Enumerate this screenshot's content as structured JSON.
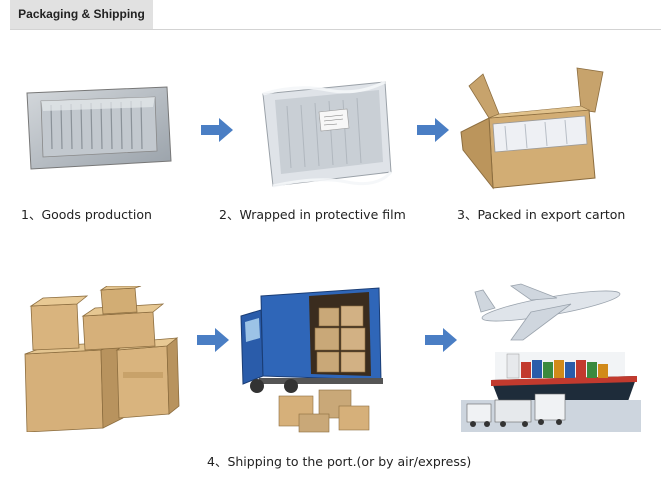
{
  "tab": {
    "label": "Packaging & Shipping"
  },
  "steps": [
    {
      "caption": "1、Goods production"
    },
    {
      "caption": "2、Wrapped in protective film"
    },
    {
      "caption": "3、Packed in export carton"
    },
    {
      "caption": "4、Shipping to the port.(or by air/express)"
    }
  ],
  "colors": {
    "arrow": "#4a7ec4",
    "tab_bg": "#e1e1e1",
    "truck_blue": "#2a5caa",
    "carton": "#c9a878"
  }
}
